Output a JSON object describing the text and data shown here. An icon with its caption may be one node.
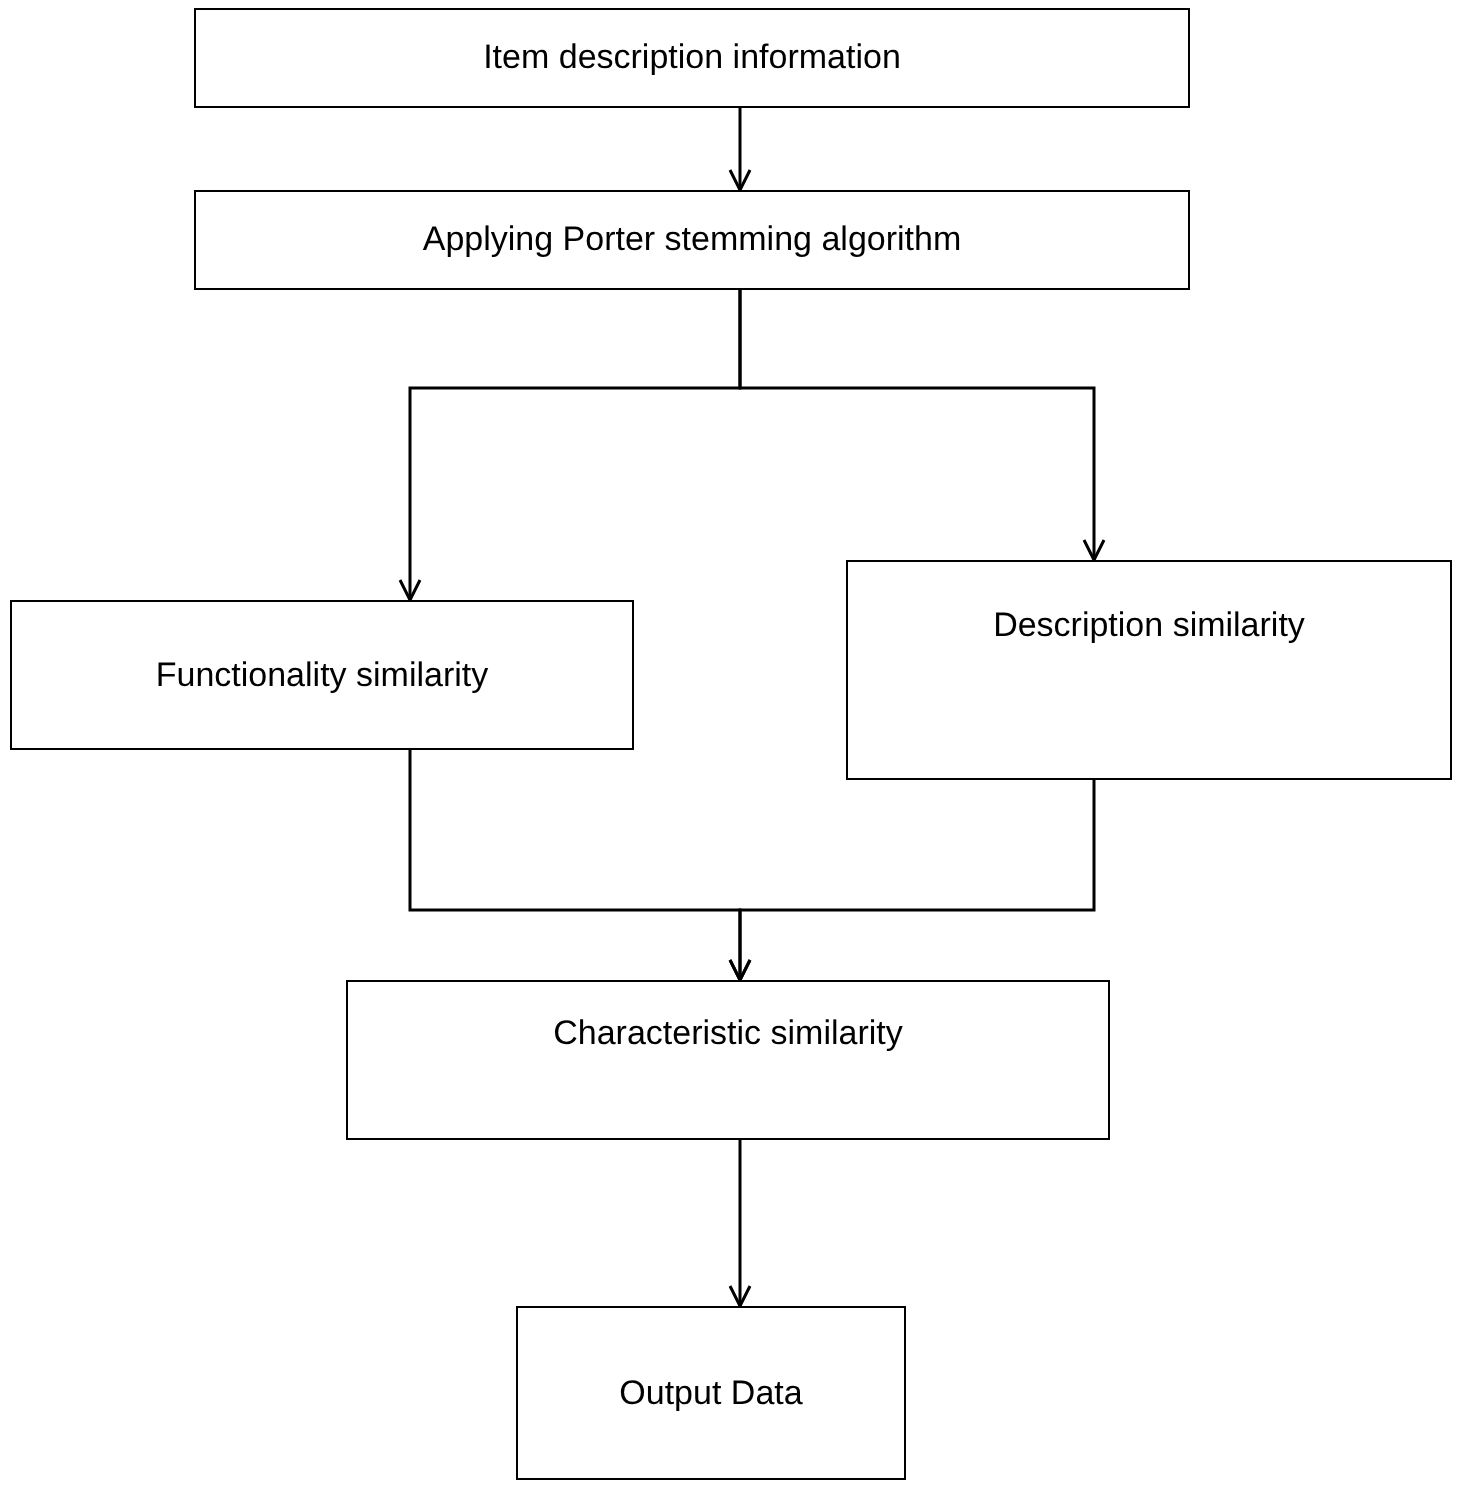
{
  "diagram": {
    "nodes": [
      {
        "text": [
          "Item description information"
        ]
      },
      {
        "text": [
          "Applying Porter stemming algorithm"
        ]
      },
      {
        "text": [
          "Functionality similarity"
        ]
      },
      {
        "text": [
          "Description similarity"
        ]
      },
      {
        "text": [
          "Characteristic similarity"
        ]
      },
      {
        "text": [
          "Output Data"
        ]
      }
    ],
    "edges": [
      {
        "from": 0,
        "to": 1,
        "arrow": "to"
      },
      {
        "from": 1,
        "to": 2,
        "arrow": "to"
      },
      {
        "from": 1,
        "to": 3,
        "arrow": "to"
      },
      {
        "from": 2,
        "to": 4,
        "arrow": "to"
      },
      {
        "from": 3,
        "to": 4,
        "arrow": "to"
      },
      {
        "from": 4,
        "to": 5,
        "arrow": "to"
      }
    ]
  }
}
